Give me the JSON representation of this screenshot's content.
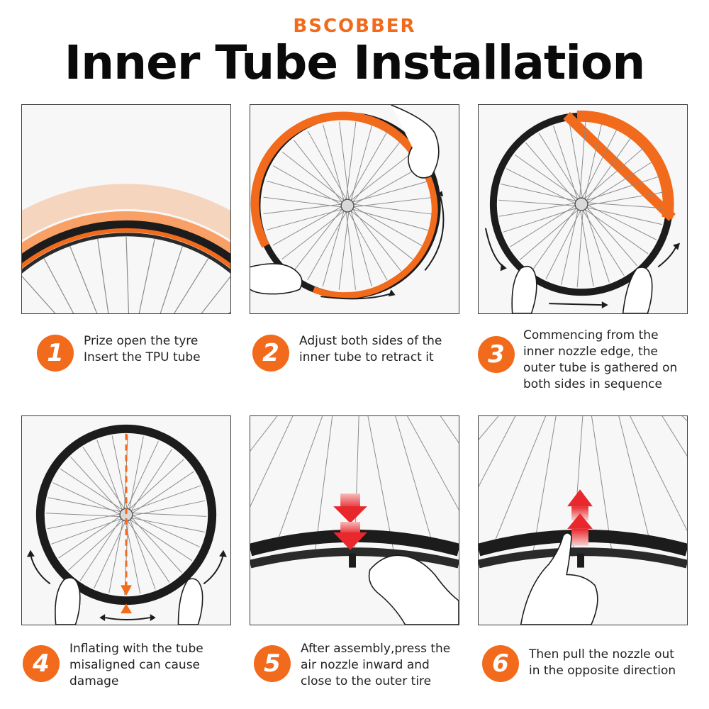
{
  "brand": "BSCOBBER",
  "title": "Inner Tube Installation",
  "colors": {
    "accent": "#f26a1b",
    "tube": "#1c1c1c",
    "arrow_red": "#e8282c"
  },
  "steps": [
    {
      "number": "1",
      "lines": [
        "Prize open the tyre",
        "Insert the TPU tube"
      ],
      "icon": "wheel-rim-tube-closeup"
    },
    {
      "number": "2",
      "lines": [
        "Adjust both sides of the",
        "inner tube to retract it"
      ],
      "icon": "hands-adjusting-tube"
    },
    {
      "number": "3",
      "lines": [
        "Commencing from the",
        "inner nozzle edge, the",
        "outer tube is gathered on",
        "both sides in sequence"
      ],
      "icon": "hands-gathering-tube"
    },
    {
      "number": "4",
      "lines": [
        "Inflating with the tube",
        "misaligned can cause",
        "damage"
      ],
      "icon": "misaligned-tube"
    },
    {
      "number": "5",
      "lines": [
        "After assembly,press the",
        "air nozzle inward and",
        "close to the outer tire"
      ],
      "icon": "press-nozzle-inward"
    },
    {
      "number": "6",
      "lines": [
        "Then pull the nozzle out",
        "in the opposite direction"
      ],
      "icon": "pull-nozzle-out"
    }
  ]
}
